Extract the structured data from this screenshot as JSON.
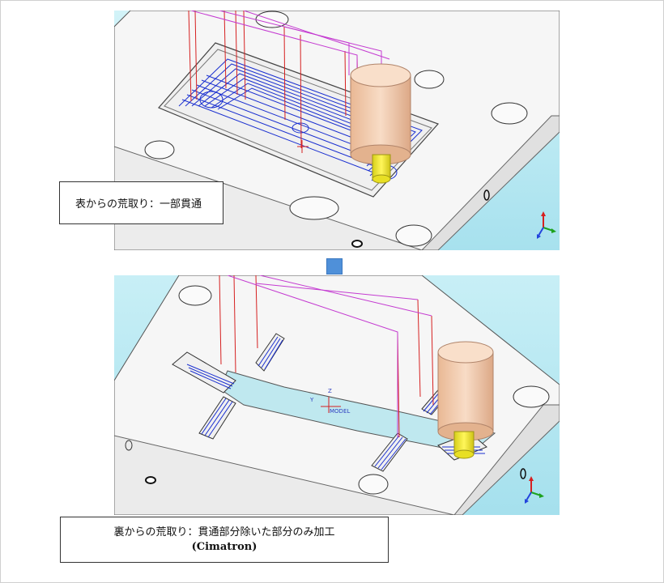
{
  "captions": {
    "top": "表からの荒取り：一部貫通",
    "bottom_line1": "裏からの荒取り：貫通部分除いた部分のみ加工",
    "bottom_line2": "(Cimatron)"
  },
  "cad_labels": {
    "axis_y": "Y",
    "axis_z": "Z",
    "model_tag": "MODEL"
  },
  "colors": {
    "sky_top": "#c5eef6",
    "sky_bottom": "#a8e2ef",
    "plate": "#f4f4f4",
    "plate_side": "#e2e2e2",
    "toolpath_blue": "#1a2fd0",
    "toolpath_red": "#d62020",
    "toolpath_magenta": "#c43bd1",
    "tool_body": "#f2c9a8",
    "tool_tip": "#f2ea2a",
    "connector": "#4f90d9"
  },
  "icons": [
    "axis-triad-icon",
    "axis-triad-icon",
    "step-connector-icon"
  ]
}
